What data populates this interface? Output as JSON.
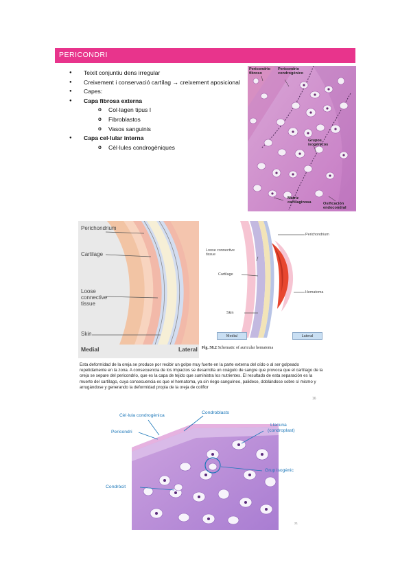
{
  "section": {
    "title": "PERICONDRI"
  },
  "bullets": [
    "Teixit conjuntiu dens irregular",
    "Creixement i conservació cartílag → creixement aposicional",
    "Capes:",
    "Capa fibrosa externa",
    "Capa cel·lular interna"
  ],
  "sub_external": [
    "Col·lagen tipus I",
    "Fibroblastos",
    "Vasos sanguinis"
  ],
  "sub_internal": [
    "Cèl·lules condrogèniques"
  ],
  "histo1": {
    "labels": [
      "Pericondrio fibroso",
      "Pericondrio condrogénico",
      "Grupos isogénicos",
      "Matriz cartilaginosa",
      "Osificación endocondral"
    ]
  },
  "diagram_left": {
    "labels": [
      "Perichondrium",
      "Cartilage",
      "Loose connective tissue",
      "Skin"
    ],
    "bottom_left": "Medial",
    "bottom_right": "Lateral"
  },
  "diagram_right": {
    "labels": [
      "Perichondrium",
      "Loose connective tissue",
      "Cartilage",
      "Hematoma",
      "Skin"
    ],
    "pill_left": "Medial",
    "pill_right": "Lateral",
    "caption_num": "Fig. 58.2",
    "caption": "Schematic of auricular hematoma"
  },
  "spanish_text": "Esta deformidad de la oreja se produce por recibir un golpe muy fuerte en la parte externa del oído o al ser golpeado repetidamente en la zona. A consecuencia de los impactos se desarrolla un coágulo de sangre que provoca que el cartílago de la oreja se separe del pericondrio, que es la capa de tejido que suministra los nutrientes. El resultado de esta separación es la muerte del cartílago, cuya consecuencia es que el hematoma, ya sin riego sanguíneo, palidece, doblándose sobre sí mismo y arrugándose y generando la deformidad propia de la oreja de coliflor",
  "page_num_1": "16",
  "histo2": {
    "labels": [
      "Cèl·lula condrogènica",
      "Condroblasts",
      "Pericondri",
      "Llacuna",
      "(condroplast)",
      "Grup isogènic",
      "Condròcit"
    ],
    "page_num": "21"
  },
  "colors": {
    "banner": "#e8348c",
    "label_blue": "#1a76b8"
  }
}
